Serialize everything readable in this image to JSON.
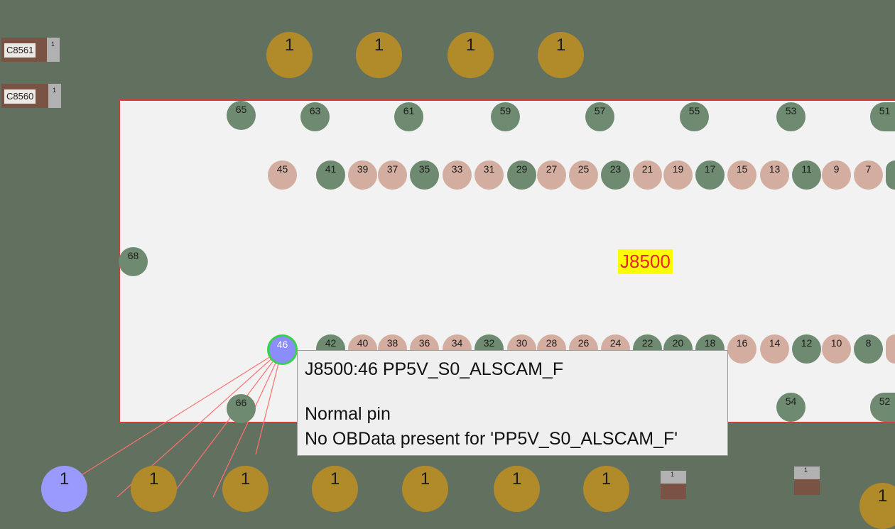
{
  "components": {
    "c8561": {
      "label": "C8561",
      "pad": "1"
    },
    "c8560": {
      "label": "C8560",
      "pad": "1"
    }
  },
  "connector": {
    "ref": "J8500"
  },
  "pins": {
    "outer_top": [
      "65",
      "63",
      "61",
      "59",
      "57",
      "55",
      "53",
      "51"
    ],
    "row_upper": [
      "45",
      "41",
      "39",
      "37",
      "35",
      "33",
      "31",
      "29",
      "27",
      "25",
      "23",
      "21",
      "19",
      "17",
      "15",
      "13",
      "11",
      "9",
      "7",
      ""
    ],
    "side": "68",
    "selected": "46",
    "row_lower": [
      "42",
      "40",
      "38",
      "36",
      "34",
      "32",
      "30",
      "28",
      "26",
      "24",
      "22",
      "20",
      "18",
      "16",
      "14",
      "12",
      "10",
      "8",
      ""
    ],
    "outer_bottom": [
      "66",
      "54",
      "52"
    ]
  },
  "top_pads": [
    "1",
    "1",
    "1",
    "1"
  ],
  "bottom_pads": [
    "1",
    "1",
    "1",
    "1",
    "1",
    "1",
    "1",
    "1"
  ],
  "small_parts": [
    "1",
    "1"
  ],
  "tooltip": {
    "title": "J8500:46  PP5V_S0_ALSCAM_F",
    "status": "Normal pin",
    "info": "No OBData present for 'PP5V_S0_ALSCAM_F'"
  },
  "colors": {
    "board": "#61705f",
    "outline": "#d63b3b",
    "ref_label_bg": "#ffff00",
    "ref_label_text": "#e8222e",
    "ground_pin": "#6e8a70",
    "signal_pin": "#d3aea0",
    "selected_pin": "#8b8dfa",
    "pad_gold": "#b18b2a"
  }
}
